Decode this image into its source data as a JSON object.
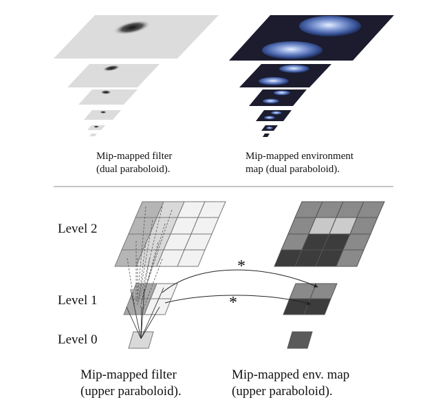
{
  "top_captions": {
    "left": "Mip-mapped filter\n(dual paraboloid).",
    "right": "Mip-mapped environment\nmap (dual paraboloid)."
  },
  "levels": {
    "level2": "Level 2",
    "level1": "Level 1",
    "level0": "Level 0"
  },
  "convolution_symbol": "*",
  "bottom_captions": {
    "left": "Mip-mapped filter\n(upper paraboloid).",
    "right": "Mip-mapped env. map\n(upper paraboloid)."
  },
  "colors": {
    "filter_plane": "#d9d9d9",
    "env_plane": "#1c1c2e",
    "env_blob": "#6f86c4",
    "divider": "#888888"
  }
}
